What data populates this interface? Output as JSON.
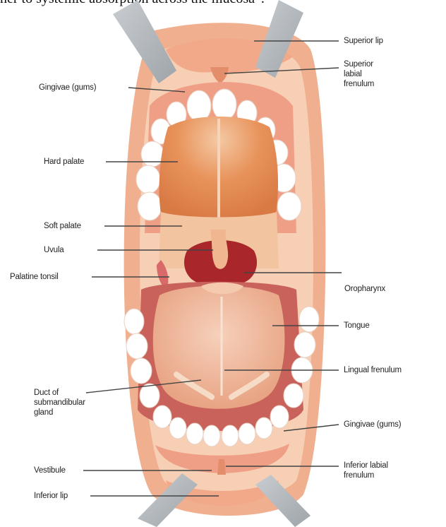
{
  "caption": "ner to systemic absorption across the mucosa”.",
  "labels": {
    "superior_lip": "Superior lip",
    "superior_labial_frenulum": [
      "Superior",
      "labial",
      "frenulum"
    ],
    "gingivae_top": "Gingivae (gums)",
    "hard_palate": "Hard palate",
    "soft_palate": "Soft palate",
    "uvula": "Uvula",
    "palatine_tonsil": "Palatine tonsil",
    "oropharynx": "Oropharynx",
    "tongue": "Tongue",
    "lingual_frenulum": "Lingual frenulum",
    "duct": [
      "Duct of",
      "submandibular",
      "gland"
    ],
    "gingivae_bottom": "Gingivae (gums)",
    "vestibule": "Vestibule",
    "inferior_labial_frenulum": [
      "Inferior labial",
      "frenulum"
    ],
    "inferior_lip": "Inferior lip"
  },
  "colors": {
    "lip": "#f0b191",
    "skin": "#f3c3a4",
    "palate": "#e9955e",
    "throat": "#a8272c",
    "tongue": "#eeb08e",
    "tooth": "#ffffff",
    "retractor": "#b7bcc0"
  }
}
